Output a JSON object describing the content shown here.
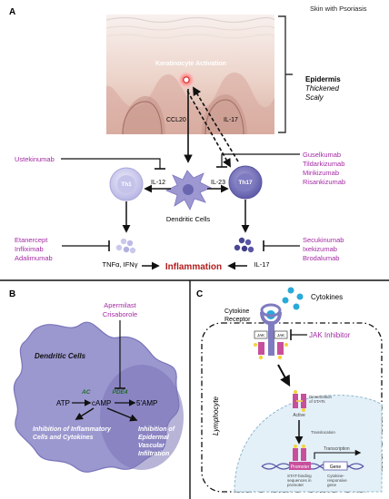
{
  "panels": {
    "a": {
      "letter": "A",
      "skin_label": "Skin with Psoriasis",
      "keratinocyte_label": "Keratinocyte Activation",
      "epidermis": {
        "title": "Epidermis",
        "line1": "Thickened",
        "line2": "Scaly"
      },
      "ccl20": "CCL20",
      "il17_top": "IL-17",
      "il12": "IL-12",
      "il23": "IL-23",
      "th1": "Th1",
      "th17": "Th17",
      "dendritic_cells": "Dendritic Cells",
      "tnf_ifn": "TNFα, IFNγ",
      "inflammation": "Inflammation",
      "il17_bottom": "IL-17",
      "drugs_left_top": [
        "Ustekinumab"
      ],
      "drugs_right_top": [
        "Guselkumab",
        "Tildarkizumab",
        "Mirikizumab",
        "Risankizumab"
      ],
      "drugs_left_bottom": [
        "Etanercept",
        "Infliximab",
        "Adalimumab"
      ],
      "drugs_right_bottom": [
        "Secukinumab",
        "Ixekizumab",
        "Brodalumab"
      ]
    },
    "b": {
      "letter": "B",
      "drugs": [
        "Apermilast",
        "Crisaborole"
      ],
      "dendritic_cells": "Dendritic Cells",
      "ac": "AC",
      "pde4": "PDE4",
      "atp": "ATP",
      "camp": "cAMP",
      "amp": "5'AMP",
      "outcome_left": [
        "Inhibition of Inflammatory",
        "Cells and Cytokines"
      ],
      "outcome_right": [
        "Inhibition of",
        "Epidermal",
        "Vascular",
        "Infiltration"
      ]
    },
    "c": {
      "letter": "C",
      "cytokines": "Cytokines",
      "cytokine_receptor": [
        "Cytokine",
        "Receptor"
      ],
      "jak": "JAK",
      "jak_inhibitor": "JAK Inhibitor",
      "lymphocyte": "Lymphocyte",
      "dimerization": [
        "Dimerization",
        "of STATs"
      ],
      "active": "Active",
      "translocation": "Translocation",
      "transcription": "Transcription",
      "promoter": "Promoter",
      "gene": "Gene",
      "stat_binding": [
        "STAT-binding",
        "sequences in",
        "promoter"
      ],
      "cytokine_gene": [
        "Cytokine-",
        "responsive",
        "gene"
      ]
    }
  },
  "colors": {
    "drug": "#a32aa3",
    "inflammation": "#b11d1d",
    "th_cell": "#c9c8ec",
    "th_cell_inner": "#7e7bc0",
    "th17": "#6c68b4",
    "dendritic": "#9d98d2",
    "skin": "#e6c3b6",
    "stat": "#c84f9c"
  }
}
